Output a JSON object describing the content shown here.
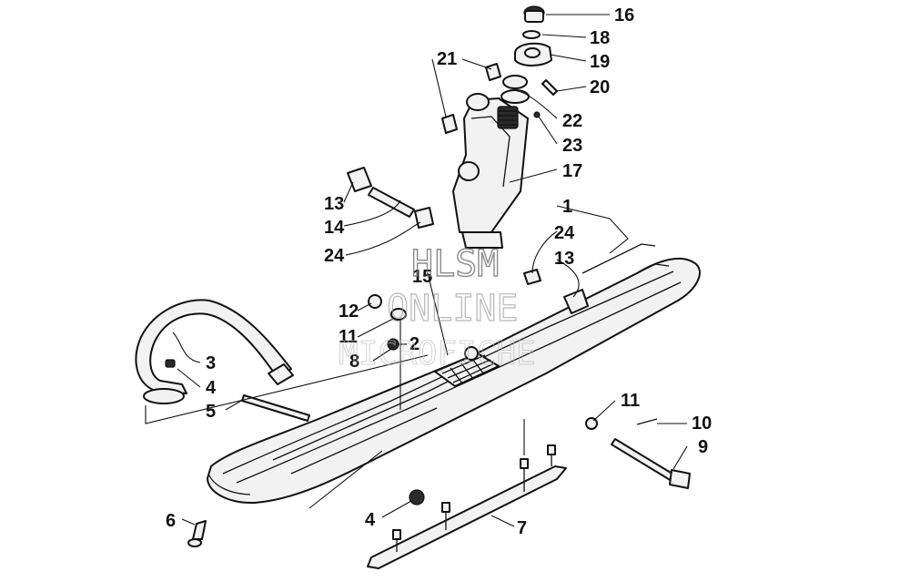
{
  "callouts": {
    "c16": "16",
    "c18": "18",
    "c19": "19",
    "c20": "20",
    "c21": "21",
    "c22": "22",
    "c23": "23",
    "c17": "17",
    "c1": "1",
    "c13a": "13",
    "c14": "14",
    "c24a": "24",
    "c24b": "24",
    "c13b": "13",
    "c15": "15",
    "c12": "12",
    "c11a": "11",
    "c2": "2",
    "c8": "8",
    "c3": "3",
    "c4a": "4",
    "c5": "5",
    "c11b": "11",
    "c10": "10",
    "c9": "9",
    "c6": "6",
    "c4b": "4",
    "c7": "7"
  },
  "watermark": {
    "line1": "HLSM",
    "line2": "ONLINE",
    "line3": "MICROFICHE"
  }
}
